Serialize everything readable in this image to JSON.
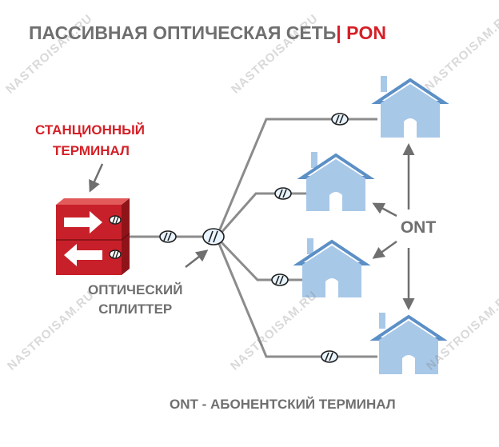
{
  "title": {
    "main": "ПАССИВНАЯ ОПТИЧЕСКАЯ СЕТЬ",
    "separator": "|",
    "accent": "PON"
  },
  "nodes": {
    "station_terminal": {
      "line1": "СТАНЦИОННЫЙ",
      "line2": "ТЕРМИНАЛ"
    },
    "optical_splitter": {
      "line1": "ОПТИЧЕСКИЙ",
      "line2": "СПЛИТТЕР"
    },
    "ont": "ONT"
  },
  "caption": "ONT - АБОНЕНТСКИЙ ТЕРМИНАЛ",
  "watermark": "NASTROISAM.RU",
  "colors": {
    "accent": "#d42027",
    "text": "#6f6f6f",
    "line": "#8c8c8c",
    "house": "#a8c8e8",
    "roof": "#5b8fc6",
    "terminal": "#c8202a"
  }
}
